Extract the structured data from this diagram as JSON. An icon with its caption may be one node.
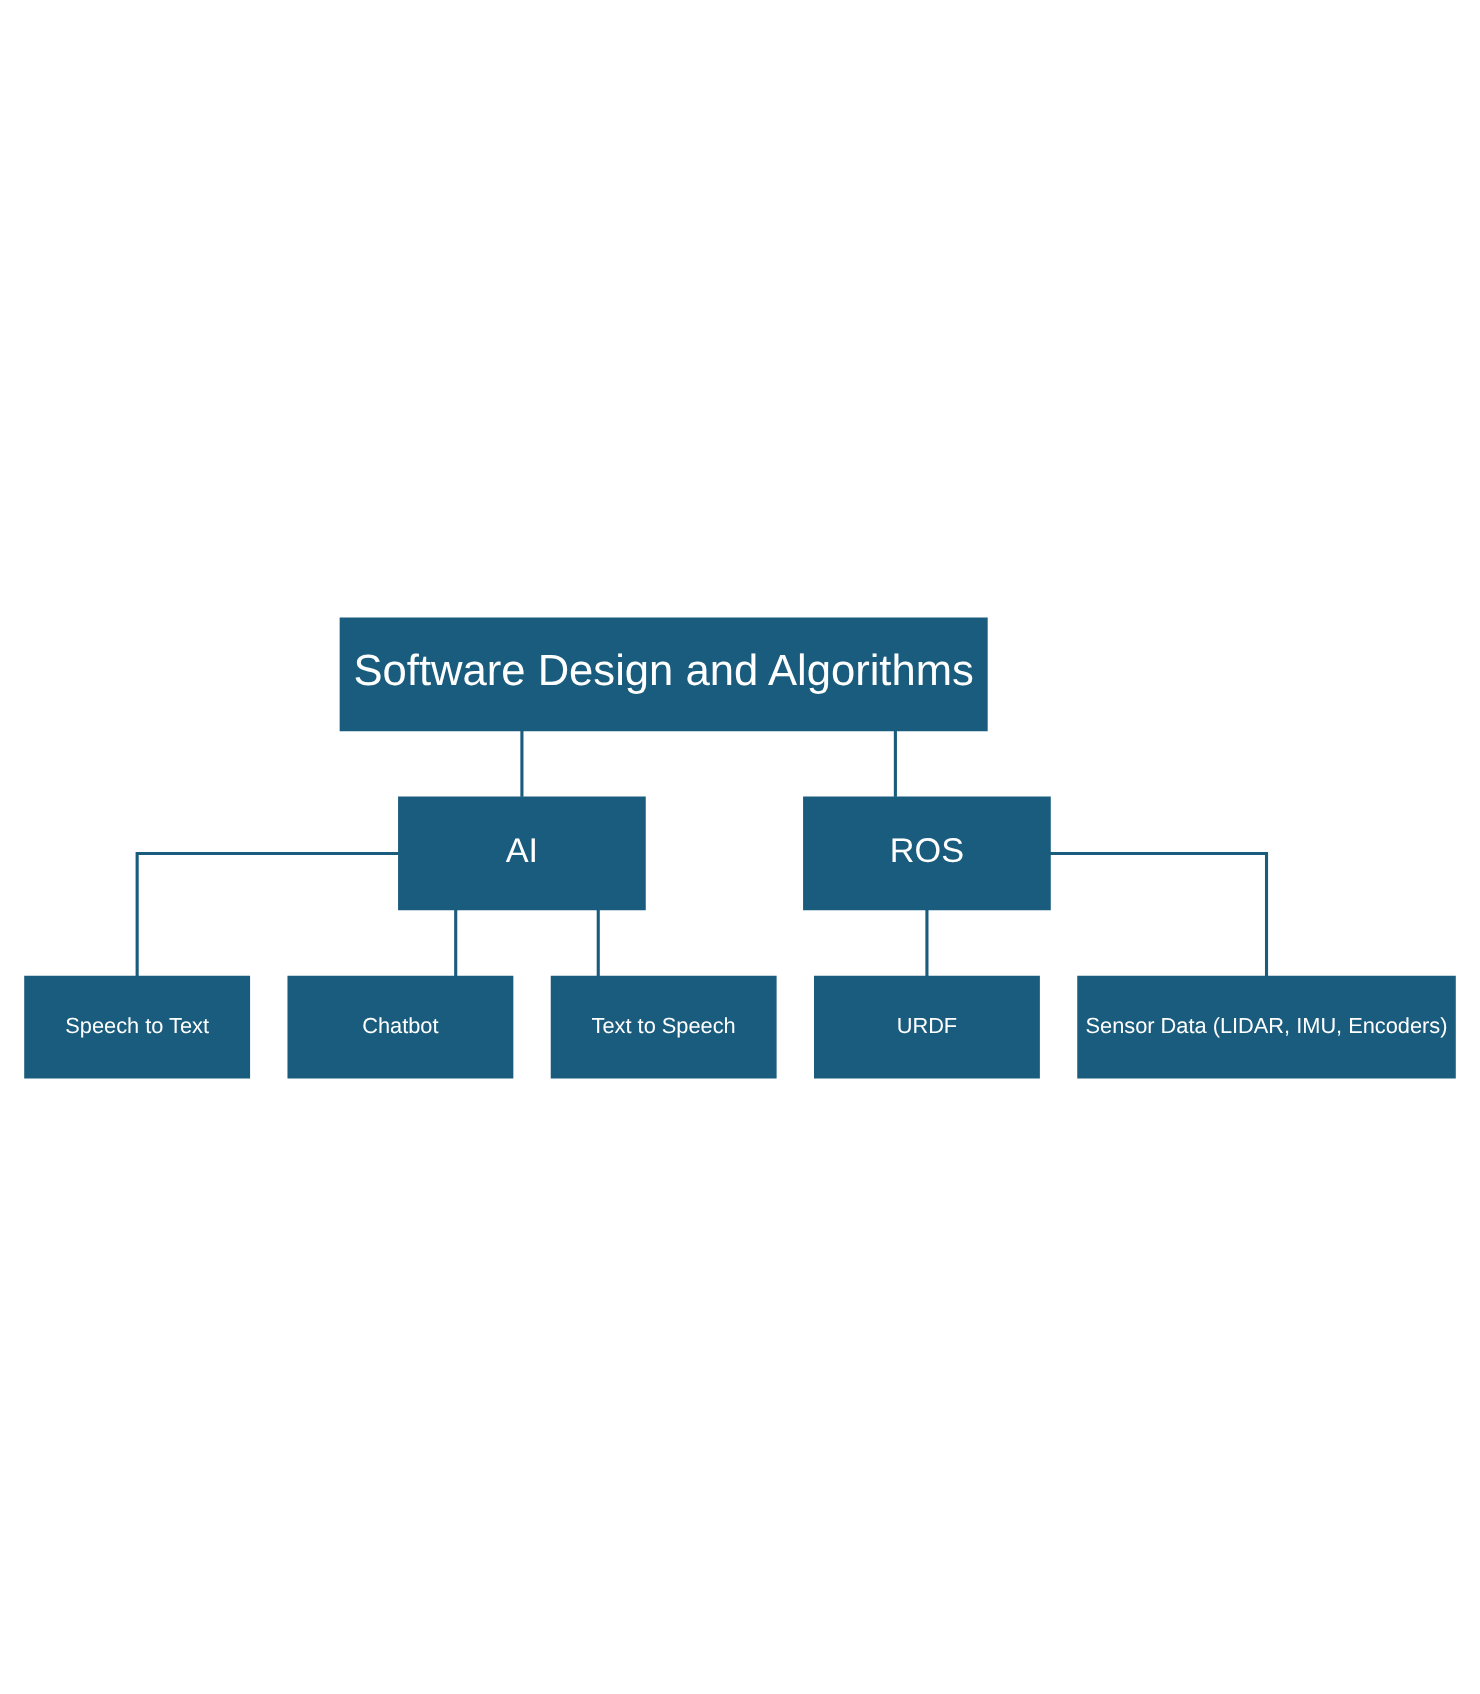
{
  "diagram": {
    "nodes": [
      {
        "text": [
          "Software Design and Algorithms"
        ]
      },
      {
        "text": [
          "AI"
        ]
      },
      {
        "text": [
          "ROS"
        ]
      },
      {
        "text": [
          "Speech to Text"
        ]
      },
      {
        "text": [
          "Chatbot"
        ]
      },
      {
        "text": [
          "Text to Speech"
        ]
      },
      {
        "text": [
          "URDF"
        ]
      },
      {
        "text": [
          "Sensor Data (LIDAR, IMU, Encoders)"
        ]
      }
    ],
    "edges": [
      {
        "from": 0,
        "to": 1,
        "arrow": "none"
      },
      {
        "from": 0,
        "to": 2,
        "arrow": "none"
      },
      {
        "from": 1,
        "to": 3,
        "arrow": "none"
      },
      {
        "from": 1,
        "to": 4,
        "arrow": "none"
      },
      {
        "from": 1,
        "to": 5,
        "arrow": "none"
      },
      {
        "from": 2,
        "to": 6,
        "arrow": "none"
      },
      {
        "from": 2,
        "to": 7,
        "arrow": "none"
      }
    ]
  }
}
